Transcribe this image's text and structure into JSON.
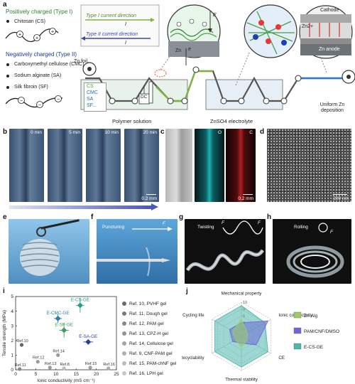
{
  "panel_a": {
    "label": "a",
    "positive_title": "Positively charged (Type I)",
    "positive_item": "Chitosan (CS)",
    "negative_title": "Negatively charged (Type II)",
    "negative_items": [
      "Carboxymethyl cellulose (CMC)",
      "Sodium alginate (SA)",
      "Silk fibroin (SF)"
    ],
    "type1_direction": "Type I current direction",
    "type2_direction": "Type II current direction",
    "current_symbol": "I",
    "field_symbol": "E",
    "zn_label": "Zn",
    "electron_label": "e",
    "zn_foil": "Zn foil",
    "dc_label": "DC",
    "solution_list": [
      "CS",
      "CMC",
      "SA",
      "SF..."
    ],
    "polymer_solution": "Polymer solution",
    "electrolyte": "ZnSO4 electrolyte",
    "cathode": "Cathode",
    "zn_ion": "Zn2+",
    "zn_anode": "Zn anode",
    "deposition": "Uniform Zn deposition"
  },
  "panel_b": {
    "label": "b",
    "times": [
      "0 min",
      "5 min",
      "10 min",
      "20 min"
    ],
    "scale": "0.2 mm"
  },
  "panel_c": {
    "label": "c",
    "channels": [
      "O",
      "C"
    ],
    "scale": "0.2 mm"
  },
  "panel_d": {
    "label": "d",
    "scale": "200 nm"
  },
  "panel_e": {
    "label": "e"
  },
  "panel_f": {
    "label": "f",
    "caption": "Puncturing",
    "force": "F"
  },
  "panel_g": {
    "label": "g",
    "caption": "Twisting",
    "force": "F"
  },
  "panel_h": {
    "label": "h",
    "caption": "Rolling",
    "force": "F"
  },
  "panel_i": {
    "label": "i"
  },
  "panel_j": {
    "label": "j"
  },
  "chart_data": [
    {
      "type": "scatter",
      "xlabel": "Ionic conductivity (mS cm⁻¹)",
      "ylabel": "Tensile strength (MPa)",
      "xlim": [
        0,
        25
      ],
      "ylim": [
        0,
        5
      ],
      "x_ticks": [
        "0",
        "5",
        "10",
        "15",
        "20",
        "25"
      ],
      "y_ticks": [
        "0",
        "1",
        "2",
        "3",
        "4",
        "5"
      ],
      "points": [
        {
          "name": "E-CS-GE",
          "x": 16,
          "y": 4.4,
          "xerr": 1.0,
          "yerr": 0.5,
          "color": "#2a9d8f"
        },
        {
          "name": "E-CMC-GE",
          "x": 10.5,
          "y": 3.5,
          "xerr": 1.0,
          "yerr": 0.3,
          "color": "#2a7fb8"
        },
        {
          "name": "E-SF-GE",
          "x": 12,
          "y": 2.7,
          "xerr": 1.2,
          "yerr": 0.5,
          "color": "#3b9e5a"
        },
        {
          "name": "E-SA-GE",
          "x": 18,
          "y": 1.9,
          "xerr": 1.2,
          "yerr": 0.15,
          "color": "#2c3e99"
        }
      ],
      "refs": [
        {
          "name": "Ref.10",
          "x": 1.5,
          "y": 1.7,
          "color": "#666666"
        },
        {
          "name": "Ref.11",
          "x": 1.0,
          "y": 0.05,
          "color": "#888888"
        },
        {
          "name": "Ref.12",
          "x": 5.5,
          "y": 0.55,
          "color": "#999999"
        },
        {
          "name": "Ref.13",
          "x": 8.5,
          "y": 0.15,
          "color": "#999999"
        },
        {
          "name": "Ref.14",
          "x": 10.5,
          "y": 1.0,
          "color": "#9a9a9a"
        },
        {
          "name": "Ref.8",
          "x": 12,
          "y": 0.1,
          "color": "#bdbdbd"
        },
        {
          "name": "Ref.15",
          "x": 18.5,
          "y": 0.15,
          "color": "#a0a0a0"
        },
        {
          "name": "Ref.16",
          "x": 23,
          "y": 0.1,
          "color": "#aaaaaa"
        }
      ],
      "legend": [
        "Ref. 10, PVHF gel",
        "Ref. 11, Dough gel",
        "Ref. 12, PAM gel",
        "Ref. 13, CPZ-H gel",
        "Ref. 14, Cellulose gel",
        "Ref. 9, CNF-PAM gel",
        "Ref. 15, PAM-chNF gel",
        "Ref. 16, LPH gel"
      ],
      "legend_colors": [
        "#6b6b6b",
        "#7a7a7a",
        "#8a8a8a",
        "#959595",
        "#a3a3a3",
        "#b0b0b0",
        "#bcbcbc",
        "#c8c8c8"
      ]
    },
    {
      "type": "radar",
      "axes": [
        "Mechanical property",
        "Ionic conductivity",
        "CE",
        "Thermal stability",
        "Recyclability",
        "Cycling life"
      ],
      "rlim": [
        0,
        10
      ],
      "r_ticks": [
        "2",
        "4",
        "6",
        "8",
        "10"
      ],
      "series": [
        {
          "name": "Zn-Alg",
          "values": [
            5,
            2,
            2,
            3,
            2,
            3
          ],
          "color": "#9ccc65"
        },
        {
          "name": "PAM/CNF/DMSO",
          "values": [
            4,
            9,
            5,
            2,
            3,
            4
          ],
          "color": "#6f67d8"
        },
        {
          "name": "E-CS-GE",
          "values": [
            9,
            8,
            9,
            9,
            9,
            9
          ],
          "color": "#4db6ac"
        }
      ]
    }
  ]
}
